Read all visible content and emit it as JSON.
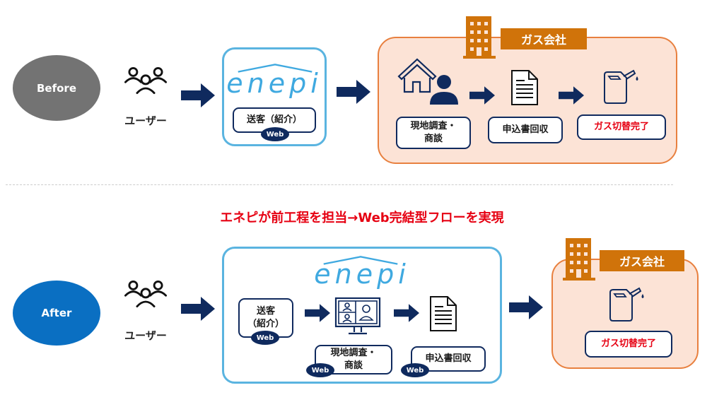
{
  "before": {
    "badge": "Before",
    "badge_color": "#737373",
    "user_label": "ユーザー",
    "enepi": {
      "logo": "enepi",
      "step": "送客（紹介）",
      "web_tag": "Web"
    },
    "gas_company": {
      "tag": "ガス会社",
      "steps": [
        {
          "label": "現地調査・\n商談",
          "icon": "house-person-icon"
        },
        {
          "label": "申込書回収",
          "icon": "document-icon"
        },
        {
          "label": "ガス切替完了",
          "icon": "gas-can-icon",
          "highlight": true
        }
      ]
    }
  },
  "headline": "エネピが前工程を担当→Web完結型フローを実現",
  "after": {
    "badge": "After",
    "badge_color": "#0a6fc2",
    "user_label": "ユーザー",
    "enepi": {
      "logo": "enepi",
      "steps": [
        {
          "label": "送客\n（紹介）",
          "web_tag": "Web"
        },
        {
          "label": "現地調査・\n商談",
          "web_tag": "Web",
          "icon": "video-call-icon"
        },
        {
          "label": "申込書回収",
          "web_tag": "Web",
          "icon": "document-icon"
        }
      ]
    },
    "gas_company": {
      "tag": "ガス会社",
      "steps": [
        {
          "label": "ガス切替完了",
          "icon": "gas-can-icon",
          "highlight": true
        }
      ]
    }
  },
  "colors": {
    "navy": "#0f2a5e",
    "enepi_blue": "#3fa9e0",
    "gas_orange": "#d0730a",
    "gas_bg": "#fce3d6",
    "alert_red": "#e60012"
  }
}
